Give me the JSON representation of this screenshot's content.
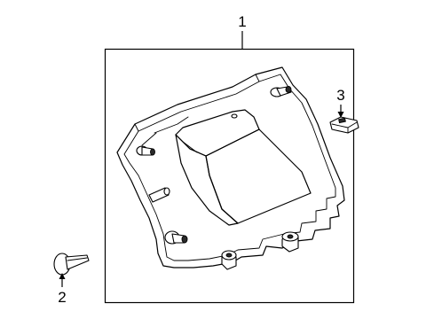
{
  "callouts": {
    "part_1": "1",
    "part_2": "2",
    "part_3": "3"
  }
}
